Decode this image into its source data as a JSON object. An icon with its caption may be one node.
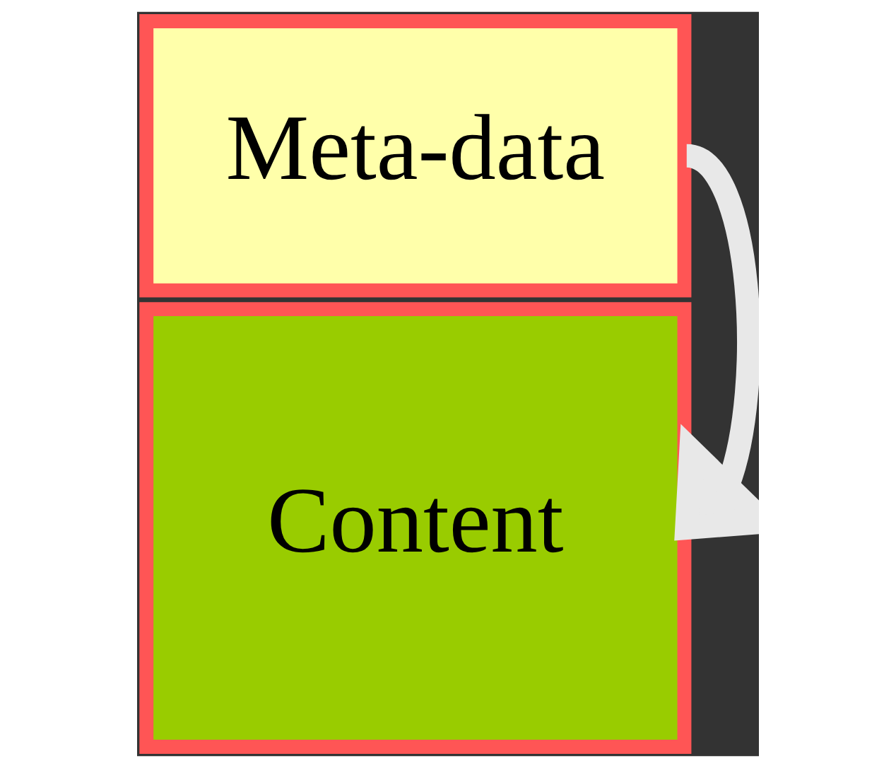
{
  "diagram": {
    "nodes": [
      {
        "text": [
          "Meta-data"
        ]
      },
      {
        "text": [
          "Content"
        ]
      }
    ],
    "edges": [
      {
        "from": 0,
        "to": 1,
        "arrow": "to"
      }
    ]
  }
}
